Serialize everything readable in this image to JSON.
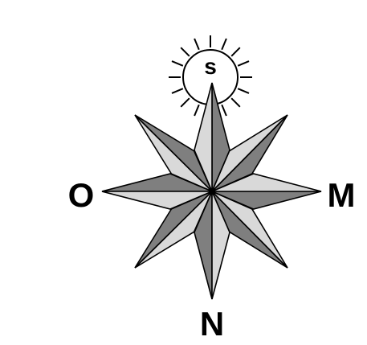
{
  "labels": {
    "top": "s",
    "left": "O",
    "right": "M",
    "bottom": "N"
  },
  "colors": {
    "background": "#ffffff",
    "outline": "#000000",
    "light_face": "#d9d9d9",
    "dark_face": "#7f7f7f"
  }
}
